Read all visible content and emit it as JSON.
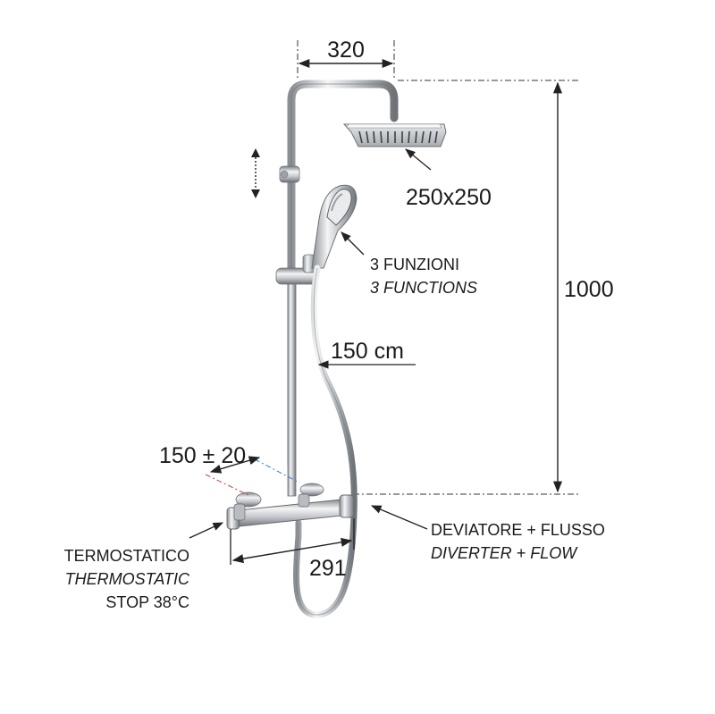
{
  "dimensions": {
    "top_width": "320",
    "head_size": "250x250",
    "height": "1000",
    "hose_length": "150 cm",
    "inlet_spacing": "150 ± 20",
    "bar_width": "291"
  },
  "labels": {
    "hand_shower_it": "3 FUNZIONI",
    "hand_shower_en": "3 FUNCTIONS",
    "diverter_it": "DEVIATORE + FLUSSO",
    "diverter_en": "DIVERTER + FLOW",
    "thermo_it": "TERMOSTATICO",
    "thermo_en": "THERMOSTATIC",
    "thermo_stop": "STOP 38°C"
  },
  "colors": {
    "chrome": "#c9ccd0",
    "chrome_dark": "#7d8186",
    "hot": "#d43a3a",
    "cold": "#2f7fd6"
  }
}
